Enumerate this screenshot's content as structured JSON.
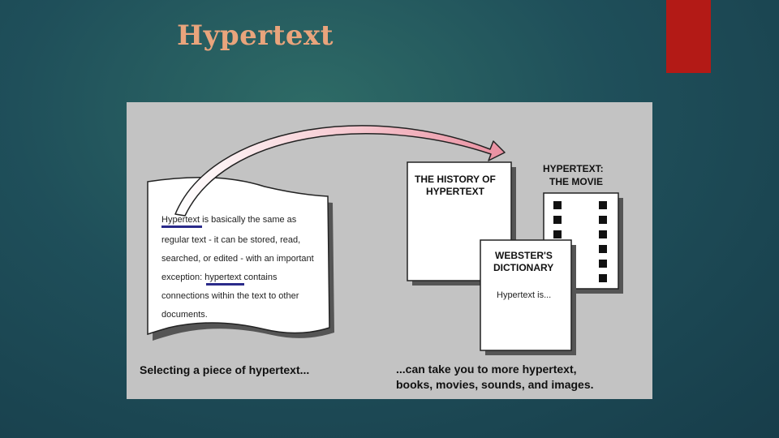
{
  "slide": {
    "title": "Hypertext",
    "colors": {
      "title": "#e9a47c",
      "accent_bar": "#b31a16",
      "figure_bg": "#c3c3c3"
    }
  },
  "figure": {
    "source_doc": {
      "lines": [
        "Hypertext is basically the same as",
        "regular text - it can be stored, read,",
        "searched, or edited - with an important",
        "exception: hypertext contains",
        "connections within the text to other",
        "documents."
      ]
    },
    "doc_history": {
      "lines": [
        "THE HISTORY OF",
        "HYPERTEXT"
      ]
    },
    "doc_movie": {
      "lines": [
        "HYPERTEXT:",
        "THE MOVIE"
      ]
    },
    "doc_dictionary": {
      "lines": [
        "WEBSTER'S",
        "DICTIONARY"
      ],
      "body": "Hypertext is..."
    },
    "caption_left": "Selecting a piece of hypertext...",
    "caption_right": [
      "...can take you to more hypertext,",
      "books, movies, sounds, and images."
    ]
  }
}
